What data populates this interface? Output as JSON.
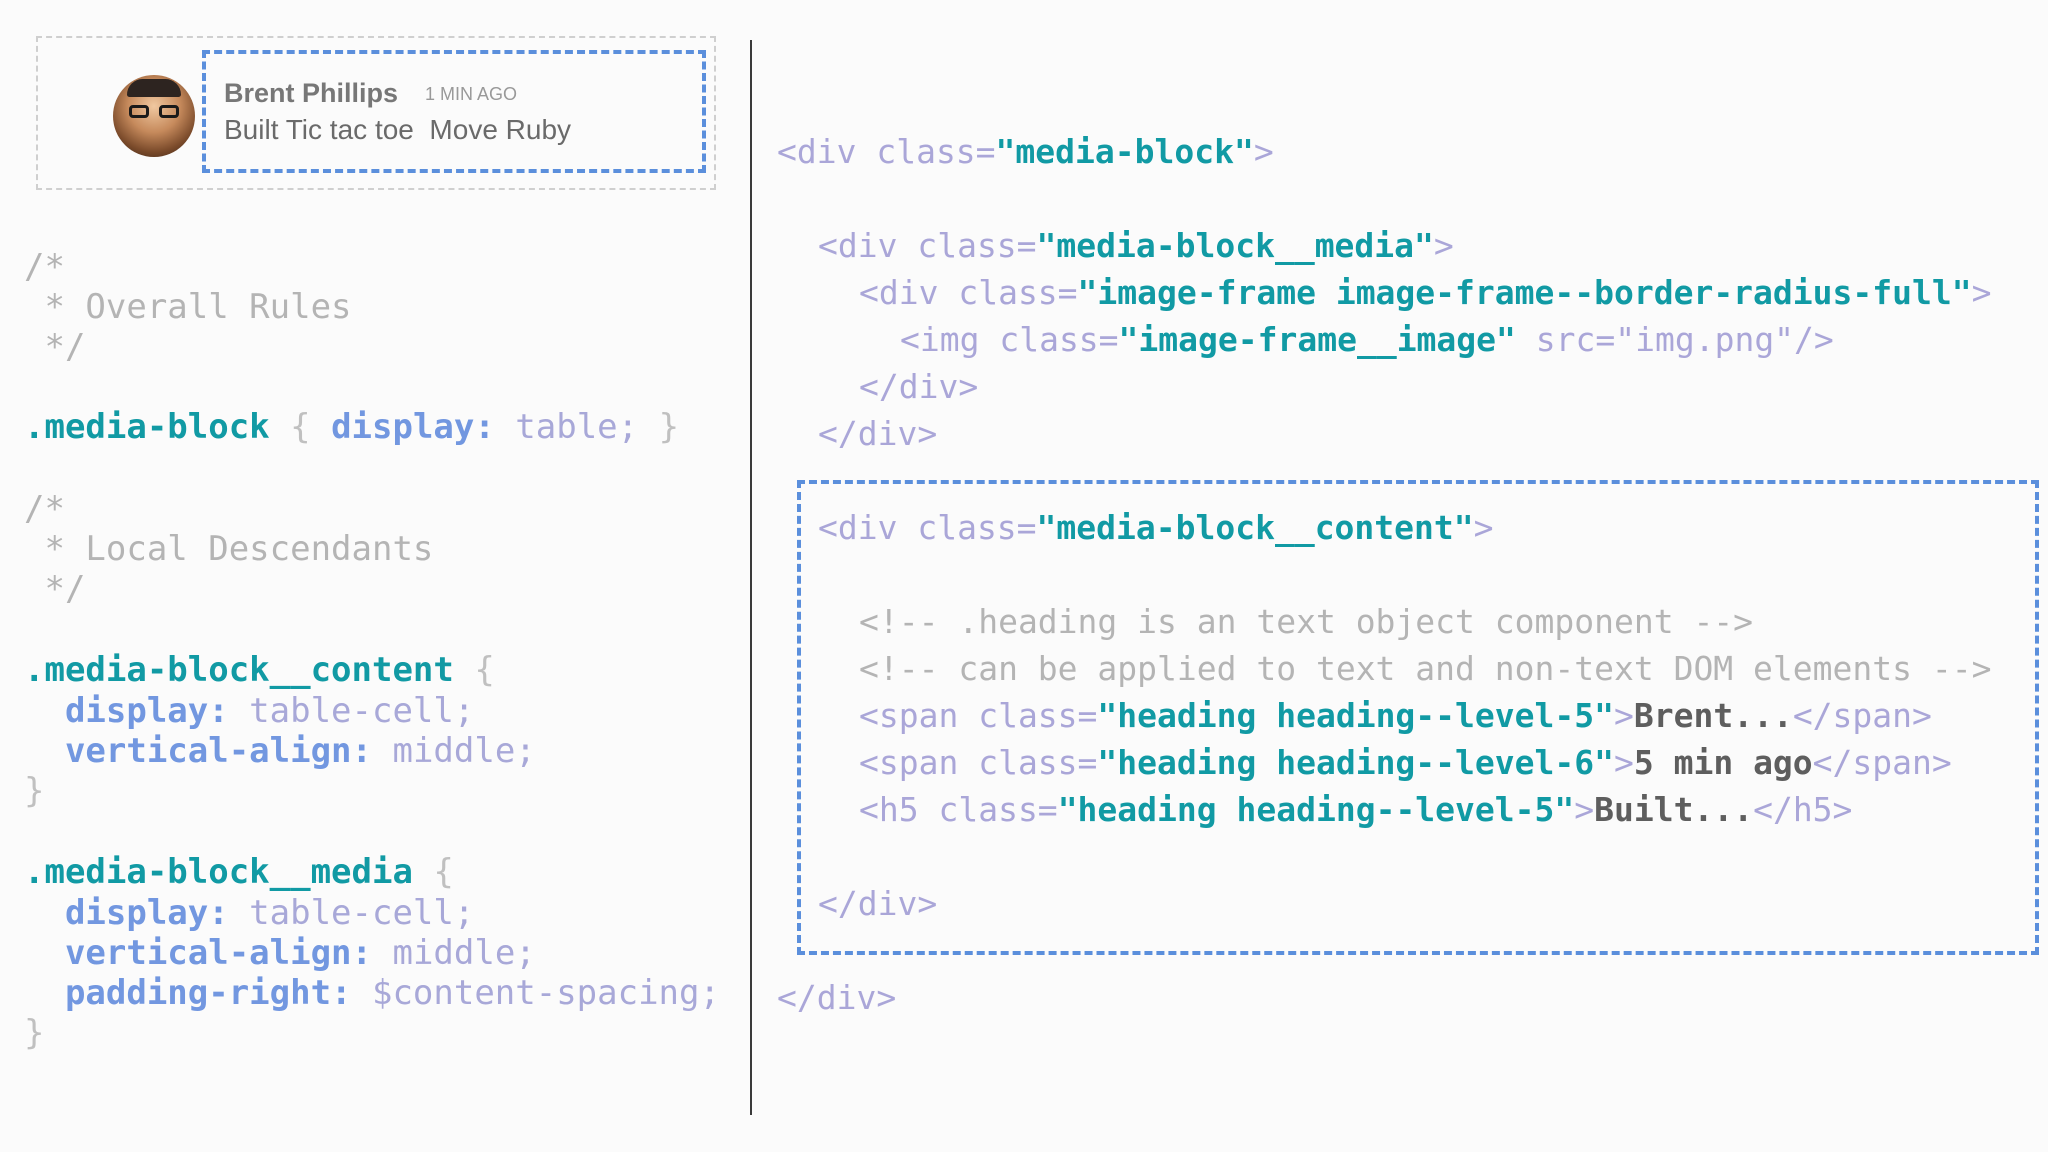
{
  "preview": {
    "name": "Brent Phillips",
    "time": "1 MIN AGO",
    "message": "Built Tic tac toe  Move Ruby"
  },
  "css_code": [
    {
      "id": "c1",
      "parts": [
        {
          "t": "/*",
          "c": "cmt"
        }
      ]
    },
    {
      "id": "c2",
      "parts": [
        {
          "t": " * Overall Rules",
          "c": "cmt"
        }
      ]
    },
    {
      "id": "c3",
      "parts": [
        {
          "t": " */",
          "c": "cmt"
        }
      ]
    },
    {
      "id": "c4",
      "parts": [
        {
          "t": ".media-block",
          "c": "sel"
        },
        {
          "t": " { ",
          "c": "brace"
        },
        {
          "t": "display:",
          "c": "prop"
        },
        {
          "t": " table;",
          "c": "val"
        },
        {
          "t": " }",
          "c": "brace"
        }
      ]
    },
    {
      "id": "c5",
      "parts": [
        {
          "t": "/*",
          "c": "cmt"
        }
      ]
    },
    {
      "id": "c6",
      "parts": [
        {
          "t": " * Local Descendants",
          "c": "cmt"
        }
      ]
    },
    {
      "id": "c7",
      "parts": [
        {
          "t": " */",
          "c": "cmt"
        }
      ]
    },
    {
      "id": "c8",
      "parts": [
        {
          "t": ".media-block__content",
          "c": "sel"
        },
        {
          "t": " {",
          "c": "brace"
        }
      ]
    },
    {
      "id": "c9",
      "parts": [
        {
          "t": "  display:",
          "c": "prop"
        },
        {
          "t": " table-cell;",
          "c": "val"
        }
      ]
    },
    {
      "id": "c10",
      "parts": [
        {
          "t": "  vertical-align:",
          "c": "prop"
        },
        {
          "t": " middle;",
          "c": "val"
        }
      ]
    },
    {
      "id": "c11",
      "parts": [
        {
          "t": "}",
          "c": "brace"
        }
      ]
    },
    {
      "id": "c12",
      "parts": [
        {
          "t": ".media-block__media",
          "c": "sel"
        },
        {
          "t": " {",
          "c": "brace"
        }
      ]
    },
    {
      "id": "c13",
      "parts": [
        {
          "t": "  display:",
          "c": "prop"
        },
        {
          "t": " table-cell;",
          "c": "val"
        }
      ]
    },
    {
      "id": "c14",
      "parts": [
        {
          "t": "  vertical-align:",
          "c": "prop"
        },
        {
          "t": " middle;",
          "c": "val"
        }
      ]
    },
    {
      "id": "c15",
      "parts": [
        {
          "t": "  padding-right:",
          "c": "prop"
        },
        {
          "t": " $content-spacing;",
          "c": "val"
        }
      ]
    },
    {
      "id": "c16",
      "parts": [
        {
          "t": "}",
          "c": "brace"
        }
      ]
    }
  ],
  "html_code": [
    {
      "id": "h1",
      "parts": [
        {
          "t": "<div class=",
          "c": "tag"
        },
        {
          "t": "\"media-block\"",
          "c": "str"
        },
        {
          "t": ">",
          "c": "tag"
        }
      ]
    },
    {
      "id": "h2",
      "parts": [
        {
          "t": "<div class=",
          "c": "tag"
        },
        {
          "t": "\"media-block__media\"",
          "c": "str"
        },
        {
          "t": ">",
          "c": "tag"
        }
      ]
    },
    {
      "id": "h3",
      "parts": [
        {
          "t": "<div class=",
          "c": "tag"
        },
        {
          "t": "\"image-frame image-frame--border-radius-full\"",
          "c": "str"
        },
        {
          "t": ">",
          "c": "tag"
        }
      ]
    },
    {
      "id": "h4",
      "parts": [
        {
          "t": "<img class=",
          "c": "tag"
        },
        {
          "t": "\"image-frame__image\"",
          "c": "str"
        },
        {
          "t": " src=\"img.png\"/>",
          "c": "tag"
        }
      ]
    },
    {
      "id": "h5",
      "parts": [
        {
          "t": "</div>",
          "c": "tag"
        }
      ]
    },
    {
      "id": "h6",
      "parts": [
        {
          "t": "</div>",
          "c": "tag"
        }
      ]
    },
    {
      "id": "h7",
      "parts": [
        {
          "t": "<div class=",
          "c": "tag"
        },
        {
          "t": "\"media-block__content\"",
          "c": "str"
        },
        {
          "t": ">",
          "c": "tag"
        }
      ]
    },
    {
      "id": "h8",
      "parts": [
        {
          "t": "<!-- .heading is an text object component -->",
          "c": "cmt"
        }
      ]
    },
    {
      "id": "h9",
      "parts": [
        {
          "t": "<!-- can be applied to text and non-text DOM elements -->",
          "c": "cmt"
        }
      ]
    },
    {
      "id": "h10",
      "parts": [
        {
          "t": "<span class=",
          "c": "tag"
        },
        {
          "t": "\"heading heading--level-5\"",
          "c": "str"
        },
        {
          "t": ">",
          "c": "tag"
        },
        {
          "t": "Brent...",
          "c": "txt"
        },
        {
          "t": "</span>",
          "c": "tag"
        }
      ]
    },
    {
      "id": "h11",
      "parts": [
        {
          "t": "<span class=",
          "c": "tag"
        },
        {
          "t": "\"heading heading--level-6\"",
          "c": "str"
        },
        {
          "t": ">",
          "c": "tag"
        },
        {
          "t": "5 min ago",
          "c": "txt"
        },
        {
          "t": "</span>",
          "c": "tag"
        }
      ]
    },
    {
      "id": "h12",
      "parts": [
        {
          "t": "<h5 class=",
          "c": "tag"
        },
        {
          "t": "\"heading heading--level-5\"",
          "c": "str"
        },
        {
          "t": ">",
          "c": "tag"
        },
        {
          "t": "Built...",
          "c": "txt"
        },
        {
          "t": "</h5>",
          "c": "tag"
        }
      ]
    },
    {
      "id": "h13",
      "parts": [
        {
          "t": "</div>",
          "c": "tag"
        }
      ]
    },
    {
      "id": "h14",
      "parts": [
        {
          "t": "</div>",
          "c": "tag"
        }
      ]
    }
  ]
}
